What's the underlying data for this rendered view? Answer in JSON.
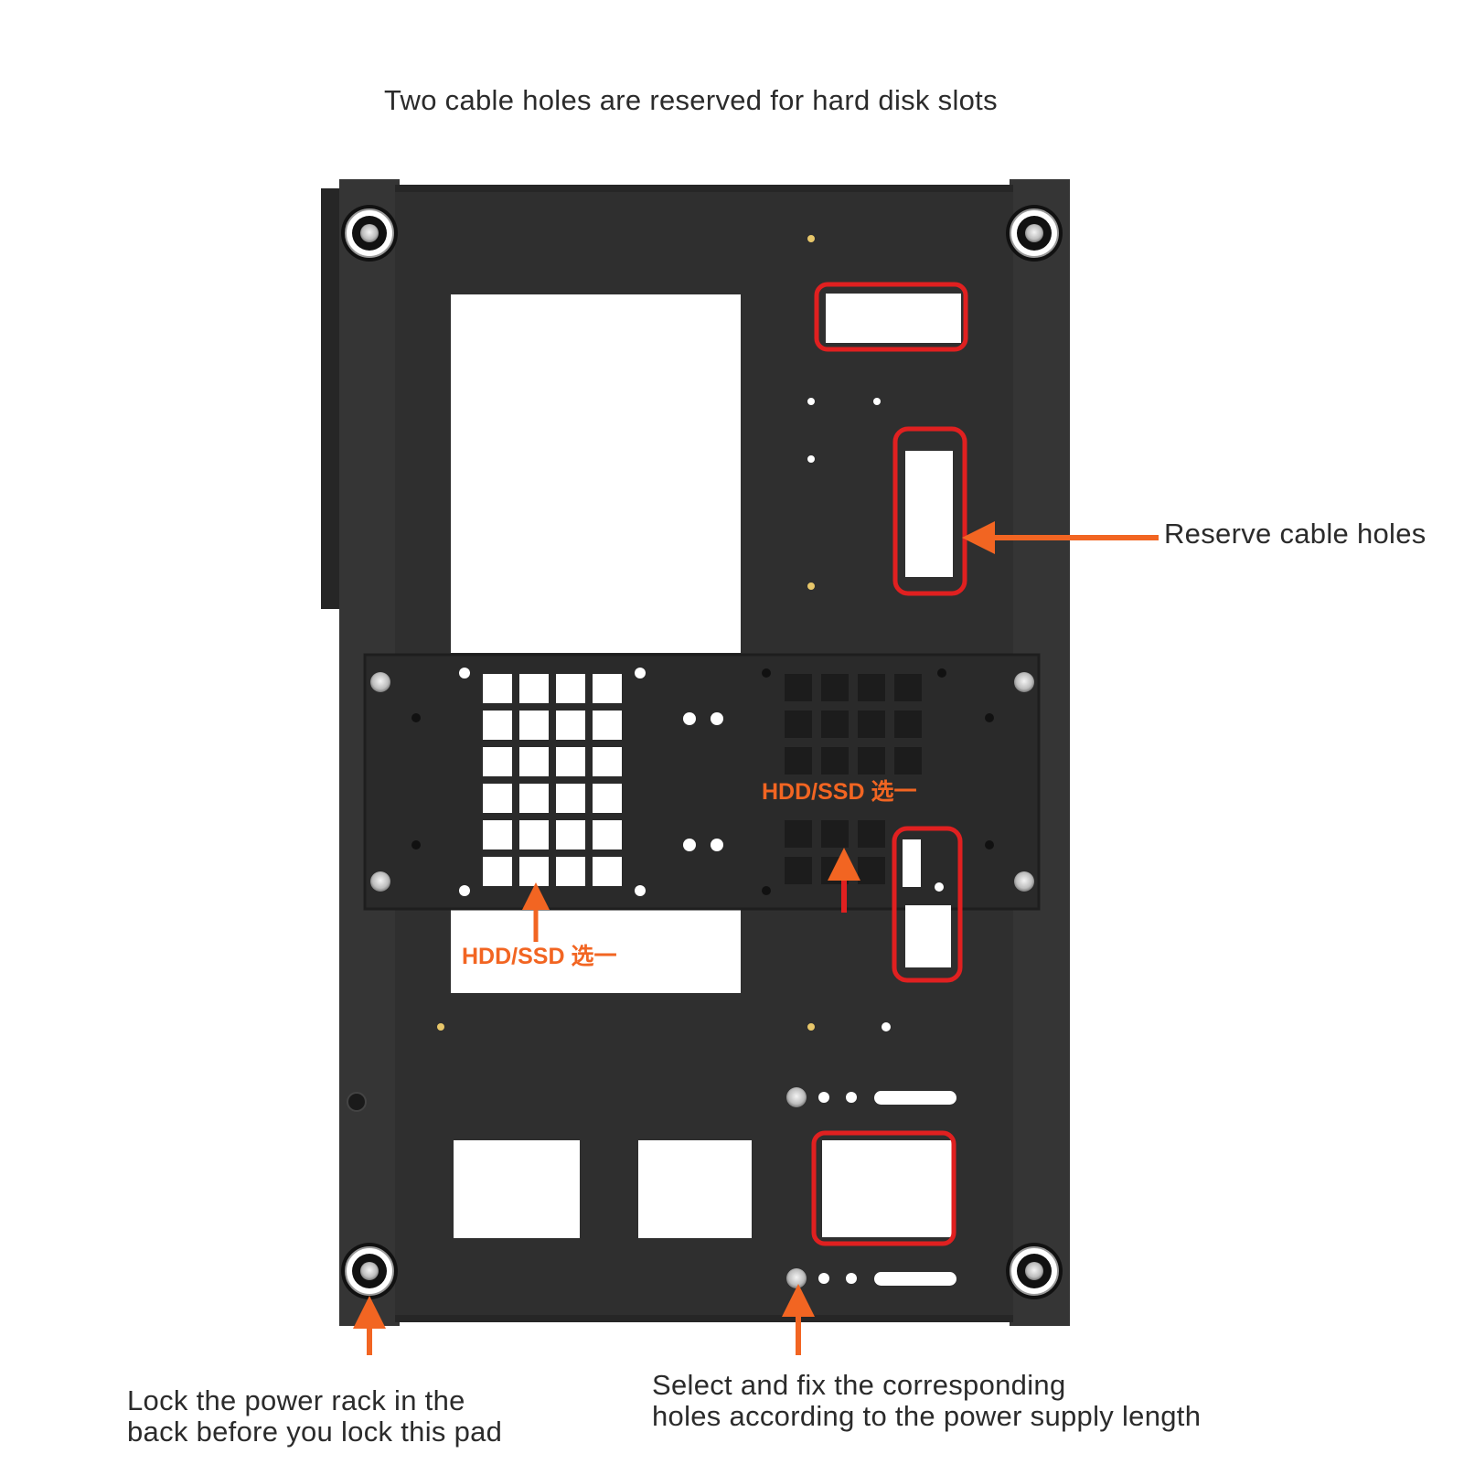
{
  "captions": {
    "top": "Two cable holes are reserved for hard disk slots",
    "right": "Reserve cable holes",
    "bottom_left": [
      "Lock the power rack in the",
      "back before you lock this pad"
    ],
    "bottom_right": [
      "Select and fix the corresponding",
      "holes according to the power supply length"
    ]
  },
  "labels": {
    "hdd_left": "HDD/SSD 选一",
    "hdd_right": "HDD/SSD 选一"
  },
  "colors": {
    "panel": "#2f2f2f",
    "highlight": "#e02020",
    "arrow": "#f26522",
    "text": "#2b2b2b"
  }
}
